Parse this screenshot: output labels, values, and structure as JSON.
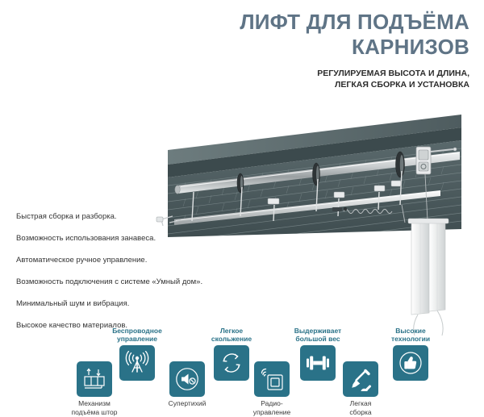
{
  "header": {
    "title_line1": "ЛИФТ ДЛЯ ПОДЪЁМА",
    "title_line2": "КАРНИЗОВ",
    "subtitle_line1": "РЕГУЛИРУЕМАЯ ВЫСОТА И ДЛИНА,",
    "subtitle_line2": "ЛЕГКАЯ СБОРКА И УСТАНОВКА",
    "title_color": "#5f7486",
    "subtitle_color": "#2b2b2b"
  },
  "hero": {
    "alt": "ceiling-mounted curtain lift mechanism on brick wall",
    "wall_color": "#4b5a5d",
    "brick_line_color": "#8c9a9c",
    "metal_color": "#d8dbdc",
    "motor_color": "#2e3436"
  },
  "features": [
    "Быстрая сборка и разборка.",
    "Возможность использования занавеса.",
    "Автоматическое ручное управление.",
    "Возможность подключения с системе «Умный дом».",
    "Минимальный шум и вибрация.",
    "Высокое качество материалов."
  ],
  "icons": {
    "accent_color": "#2a7288",
    "top_label_color": "#2a7288",
    "bottom_label_color": "#3a3a3a",
    "items": [
      {
        "icon": "curtain-lift-icon",
        "cap_top": "",
        "cap_bottom_1": "Механизм",
        "cap_bottom_2": "подъёма штор"
      },
      {
        "icon": "wireless-tower-icon",
        "cap_top_1": "Беспроводное",
        "cap_top_2": "управление",
        "cap_bottom_1": "",
        "cap_bottom_2": ""
      },
      {
        "icon": "mute-speaker-icon",
        "cap_top": "",
        "cap_bottom_1": "Супертихий",
        "cap_bottom_2": ""
      },
      {
        "icon": "rotation-arrows-icon",
        "cap_top_1": "Легкое",
        "cap_top_2": "скольжение",
        "cap_bottom_1": "",
        "cap_bottom_2": ""
      },
      {
        "icon": "wall-switch-wifi-icon",
        "cap_top": "",
        "cap_bottom_1": "Радио-",
        "cap_bottom_2": "управление"
      },
      {
        "icon": "dumbbell-icon",
        "cap_top_1": "Выдерживает",
        "cap_top_2": "большой вес",
        "cap_bottom_1": "",
        "cap_bottom_2": ""
      },
      {
        "icon": "tools-icon",
        "cap_top": "",
        "cap_bottom_1": "Легкая",
        "cap_bottom_2": "сборка"
      },
      {
        "icon": "thumbs-up-icon",
        "cap_top_1": "Высокие",
        "cap_top_2": "технологии",
        "cap_bottom_1": "",
        "cap_bottom_2": ""
      }
    ]
  }
}
